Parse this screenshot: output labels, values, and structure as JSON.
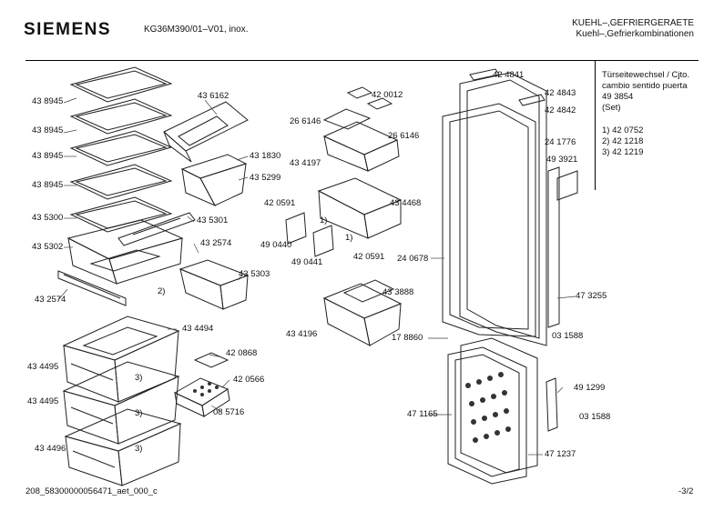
{
  "header": {
    "brand": "SIEMENS",
    "model": "KG36M390/01–V01, inox.",
    "category_line1": "KUEHL–,GEFRIERGERAETE",
    "category_line2": "Kuehl–,Gefrierkombinationen"
  },
  "note": {
    "line1": "Türseitewechsel / Cjto.",
    "line2": "cambio sentido puerta",
    "line3": "49 3854",
    "line4": "(Set)",
    "ref1": "1)  42 0752",
    "ref2": "2)  42 1218",
    "ref3": "3)  42 1219"
  },
  "parts": {
    "p438945a": "43 8945",
    "p438945b": "43 8945",
    "p438945c": "43 8945",
    "p438945d": "43 8945",
    "p435300": "43 5300",
    "p435302": "43 5302",
    "p432574a": "43 2574",
    "p436162": "43 6162",
    "p431830": "43 1830",
    "p435299": "43 5299",
    "p435301": "43 5301",
    "p432574b": "43 2574",
    "p435303": "43 5303",
    "p434494": "43 4494",
    "p434495a": "43 4495",
    "p434495b": "43 4495",
    "p434496": "43 4496",
    "p420868": "42 0868",
    "p420566": "42 0566",
    "p085716": "08 5716",
    "p420012": "42 0012",
    "p266146a": "26 6146",
    "p266146b": "26 6146",
    "p434197": "43 4197",
    "p420591a": "42 0591",
    "p434468": "43 4468",
    "p490440": "49 0440",
    "p490441": "49 0441",
    "p420591b": "42 0591",
    "p433888": "43 3888",
    "p434196": "43 4196",
    "p424841": "42 4841",
    "p424843": "42 4843",
    "p424842": "42 4842",
    "p241776": "24 1776",
    "p493921": "49 3921",
    "p240678": "24 0678",
    "p473255": "47 3255",
    "p178860": "17 8860",
    "p031588a": "03 1588",
    "p491299": "49 1299",
    "p031588b": "03 1588",
    "p471165": "47 1165",
    "p471237": "47 1237"
  },
  "callouts": {
    "c1a": "1)",
    "c1b": "1)",
    "c2": "2)",
    "c3a": "3)",
    "c3b": "3)",
    "c3c": "3)"
  },
  "footer": {
    "doc_id": "208_58300000056471_aet_000_c",
    "page": "-3/2"
  }
}
